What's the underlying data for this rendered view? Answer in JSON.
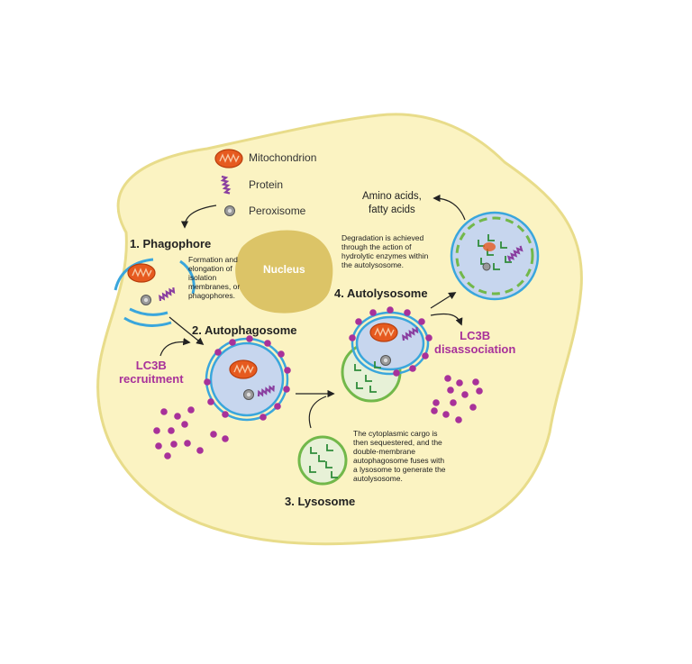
{
  "legend": {
    "mitochondrion": "Mitochondrion",
    "protein": "Protein",
    "peroxisome": "Peroxisome"
  },
  "nucleus": "Nucleus",
  "steps": {
    "phagophore": "1. Phagophore",
    "autophagosome": "2. Autophagosome",
    "lysosome": "3. Lysosome",
    "autolysosome": "4. Autolysosome"
  },
  "notes": {
    "phagophore": "Formation and\nelongation of\nisolation\nmembranes, or\nphagophores.",
    "lysosome": "The cytoplasmic cargo is\nthen sequestered, and the\ndouble-membrane\nautophagosome fuses with\na lysosome to generate the\nautolysosome.",
    "degradation": "Degradation is achieved\nthrough the action of\nhydrolytic enzymes within\nthe autolysosome."
  },
  "lc3b": {
    "recruitment": "LC3B\nrecruitment",
    "disassociation": "LC3B\ndisassociation"
  },
  "products": "Amino acids,\nfatty acids",
  "colors": {
    "cell_fill": "#fbf3c2",
    "cell_border": "#e8dc8a",
    "nucleus": "#dcc467",
    "membrane": "#3aa6dc",
    "vesicle_fill": "#c7d6ee",
    "lysosome": "#72b84a",
    "lc3b": "#a8319a",
    "mitochondrion": "#e65a1f"
  }
}
